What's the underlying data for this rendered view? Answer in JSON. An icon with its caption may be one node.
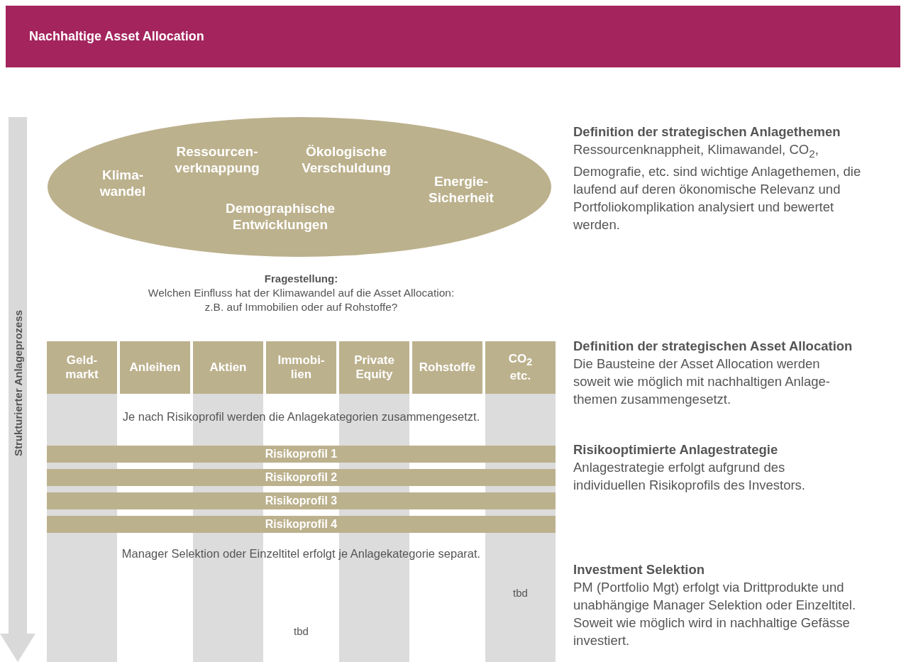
{
  "diagram": {
    "title": "Nachhaltige Asset Allocation",
    "nodes": [
      {
        "text": [
          "Klima- wandel",
          "Ressourcen- verknappung",
          "Ökologische Verschuldung",
          "Energie- Sicherheit",
          "Demographische Entwicklungen"
        ]
      },
      {
        "text": [
          "Geld- markt"
        ]
      },
      {
        "text": [
          "Anleihen"
        ]
      },
      {
        "text": [
          "Aktien"
        ]
      },
      {
        "text": [
          "Immobi- lien"
        ]
      },
      {
        "text": [
          "Private Equity"
        ]
      },
      {
        "text": [
          "Rohstoffe"
        ]
      },
      {
        "text": [
          "CO$_{2}$ etc."
        ]
      },
      {
        "text": [
          "Risikoprofil 1"
        ]
      },
      {
        "text": [
          "Risikoprofil 2"
        ]
      },
      {
        "text": [
          "Risikoprofil 3"
        ]
      },
      {
        "text": [
          "Risikoprofil 4"
        ]
      }
    ],
    "labels": [
      "Strukturierter Anlageprozess",
      "Definition der strategischen Anlagethemen",
      "Ressourcenknappheit, Klimawandel, CO$_{2}$, Demografie, etc. sind wichtige Anlagethemen, die laufend auf deren ökonomische Relevanz und Portfoliokomplikation analysiert und bewertet werden.",
      "Fragestellung:",
      "Welchen Einfluss hat der Klimawandel auf die Asset Allocation: z.B. auf Immobilien oder auf Rohstoffe?",
      "Definition der strategischen Asset Allocation",
      "Die Bausteine der Asset Allocation werden soweit wie möglich mit nachhaltigen Anlage- themen zusammengesetzt.",
      "Je nach Risikoprofil werden die Anlagekategorien zusammengesetzt.",
      "Risikooptimierte Anlagestrategie",
      "Anlagestrategie erfolgt aufgrund des individuellen Risikoprofils des Investors.",
      "Manager Selektion oder Einzeltitel erfolgt je Anlagekategorie separat.",
      "Investment Selektion",
      "PM (Portfolio Mgt) erfolgt via Drittprodukte und unabhängige Manager Selektion oder Einzeltitel. Soweit wie möglich wird in nachhaltige Gefässe investiert.",
      "tbd",
      "tbd"
    ]
  }
}
